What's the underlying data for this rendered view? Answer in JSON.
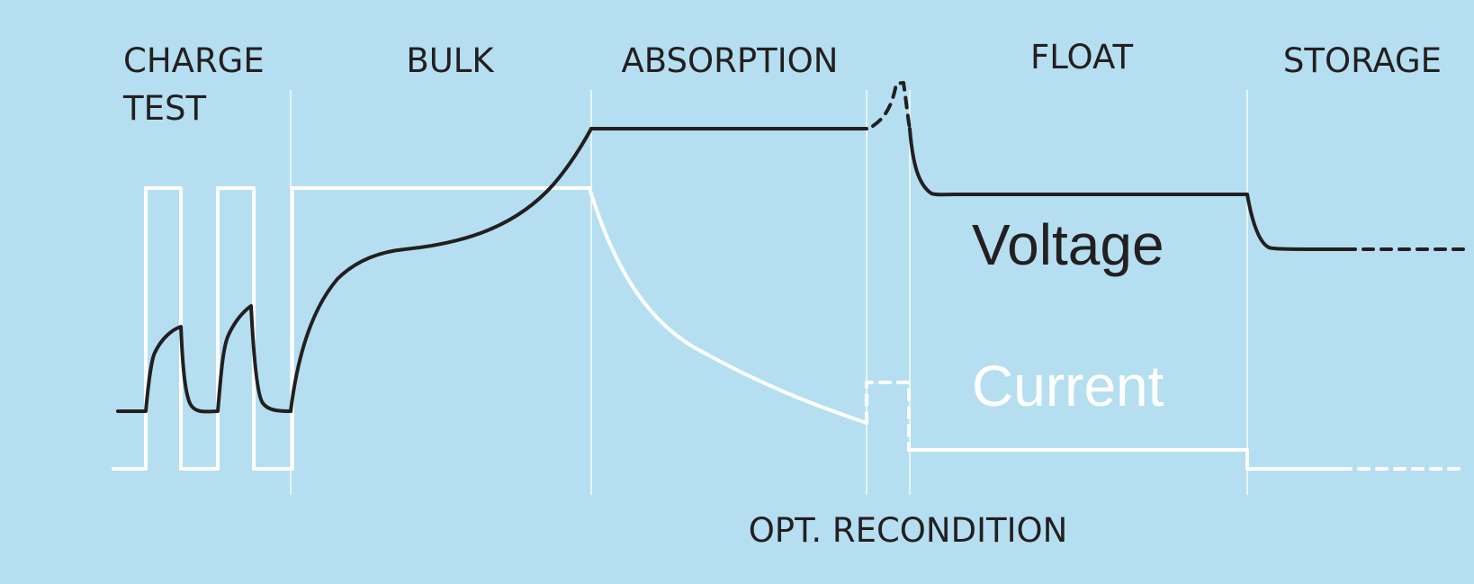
{
  "phases": {
    "charge_test": [
      "CHARGE",
      "TEST"
    ],
    "bulk": "BULK",
    "absorption": "ABSORPTION",
    "float": "FLOAT",
    "storage": "STORAGE",
    "opt_recondition": "OPT. RECONDITION"
  },
  "legend": {
    "voltage": "Voltage",
    "current": "Current"
  },
  "colors": {
    "background": "#b5dff0",
    "voltage": "#231f20",
    "current": "#ffffff",
    "dividers": "#ffffff"
  }
}
